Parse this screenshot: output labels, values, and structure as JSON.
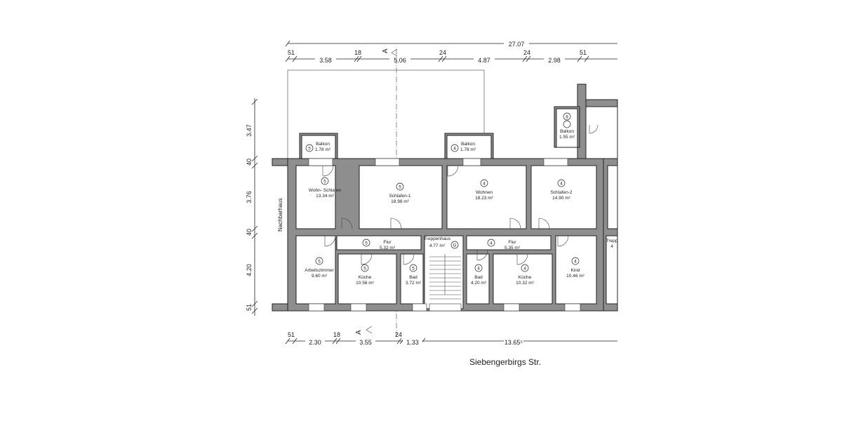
{
  "dimensions": {
    "top_total": "27.07",
    "top": [
      "51",
      "3.58",
      "18",
      "5.06",
      "24",
      "4.87",
      "24",
      "2.98",
      "51"
    ],
    "left": [
      "3.47",
      "40",
      "3.76",
      "40",
      "4.20",
      "51"
    ],
    "bottom": [
      "51",
      "2.30",
      "18",
      "3.55",
      "24",
      "1.33",
      "13.65⁵"
    ]
  },
  "section_marker": "A",
  "neighbor_label": "Nachbarhaus",
  "street_label": "Siebengerbirgs Str.",
  "rooms": [
    {
      "unit": "5",
      "name": "Balkon",
      "area": "1.78 m²"
    },
    {
      "unit": "4",
      "name": "Balkon",
      "area": "1.78 m²"
    },
    {
      "unit": "8",
      "name": "Balkon",
      "area": "1.55 m²"
    },
    {
      "unit": "5",
      "name": "Wohn- Schlafen",
      "area": "13.34 m²"
    },
    {
      "unit": "5",
      "name": "Schlafen-1",
      "area": "18.98 m²"
    },
    {
      "unit": "4",
      "name": "Wohnen",
      "area": "18.23 m²"
    },
    {
      "unit": "4",
      "name": "Schlafen-2",
      "area": "14.90 m²"
    },
    {
      "unit": "5",
      "name": "Flur",
      "area": "5.32 m²"
    },
    {
      "unit": "G",
      "name": "Treppenhaus",
      "area": "4.77 m²"
    },
    {
      "unit": "4",
      "name": "Flur",
      "area": "5.35 m²"
    },
    {
      "unit": "5",
      "name": "Arbeitszimmer",
      "area": "9.60 m²"
    },
    {
      "unit": "5",
      "name": "Küche",
      "area": "10.56 m²"
    },
    {
      "unit": "5",
      "name": "Bad",
      "area": "3.72 m²"
    },
    {
      "unit": "4",
      "name": "Bad",
      "area": "4.20 m²"
    },
    {
      "unit": "4",
      "name": "Küche",
      "area": "10.32 m²"
    },
    {
      "unit": "4",
      "name": "Kind",
      "area": "10.46 m²"
    },
    {
      "unit": "",
      "name": "Trepp",
      "area": "4"
    }
  ]
}
